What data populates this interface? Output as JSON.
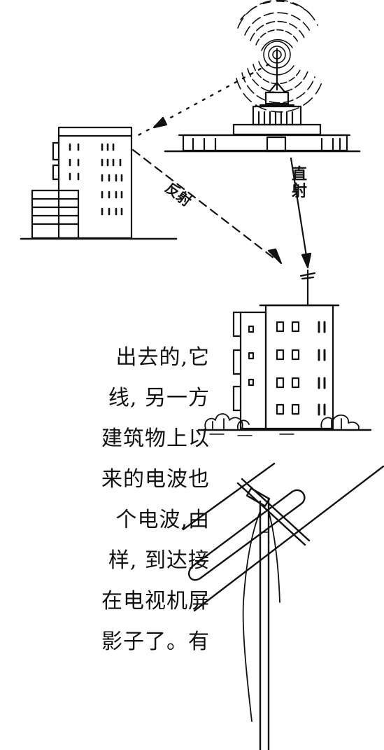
{
  "labels": {
    "direct": "直射",
    "reflect": "反射"
  },
  "text_fragments": [
    "出去的,它",
    "线, 另一方",
    "建筑物上以",
    "来的电波也",
    "个电波,由",
    "样, 到达接",
    "在电视机屏",
    "影子了。有"
  ]
}
